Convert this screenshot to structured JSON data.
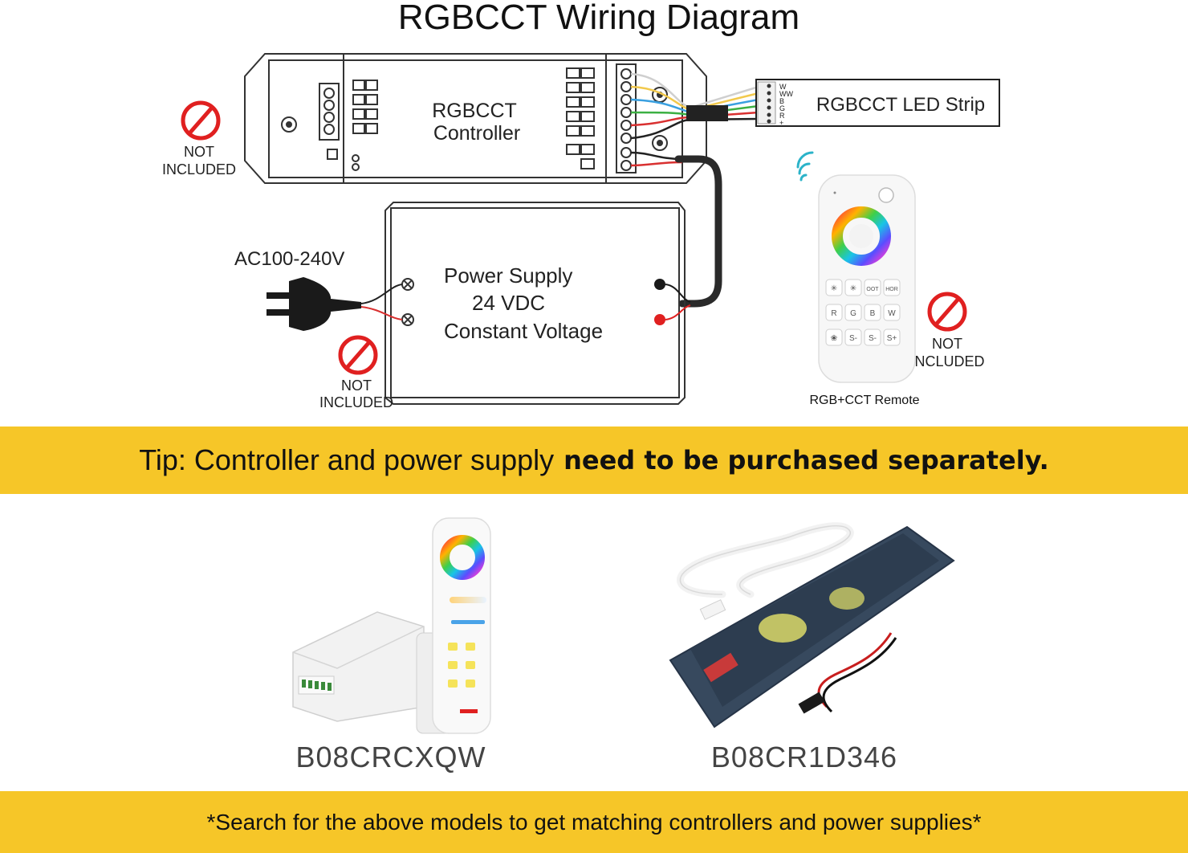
{
  "title": "RGBCCT Wiring Diagram",
  "controller_label": [
    "RGBCCT",
    "Controller"
  ],
  "led_strip_label": "RGBCCT LED Strip",
  "strip_pins": [
    "W",
    "WW",
    "B",
    "G",
    "R",
    "+"
  ],
  "power_supply_label": [
    "Power Supply",
    "24 VDC",
    "Constant Voltage"
  ],
  "ac_label": "AC100-240V",
  "remote_label": "RGB+CCT Remote",
  "remote_buttons": [
    "✳",
    "✳",
    "OOT",
    "HOR",
    "R",
    "G",
    "B",
    "W",
    "❀",
    "S-",
    "S-",
    "S+"
  ],
  "not_included": {
    "left": [
      "NOT",
      "INCLUDED"
    ],
    "plug": [
      "NOT",
      "INCLUDED"
    ],
    "remote": [
      "NOT",
      "NCLUDED"
    ]
  },
  "tip": {
    "prefix": "Tip: Controller and power supply",
    "emphasis": "need to be purchased separately."
  },
  "products": [
    {
      "model": "B08CRCXQW"
    },
    {
      "model": "B08CR1D346"
    }
  ],
  "footer_note": "*Search for the above models to get matching controllers and power supplies*",
  "colors": {
    "band": "#f6c628",
    "wire_white": "#e8e8e8",
    "wire_yellow": "#f2c94c",
    "wire_blue": "#3aa0e0",
    "wire_green": "#3cb043",
    "wire_red": "#d93030",
    "wire_black": "#222222",
    "no_sign": "#e02020"
  },
  "icons": [
    "no-entry-icon",
    "plug-icon",
    "wifi-icon",
    "power-icon",
    "color-wheel-icon"
  ]
}
